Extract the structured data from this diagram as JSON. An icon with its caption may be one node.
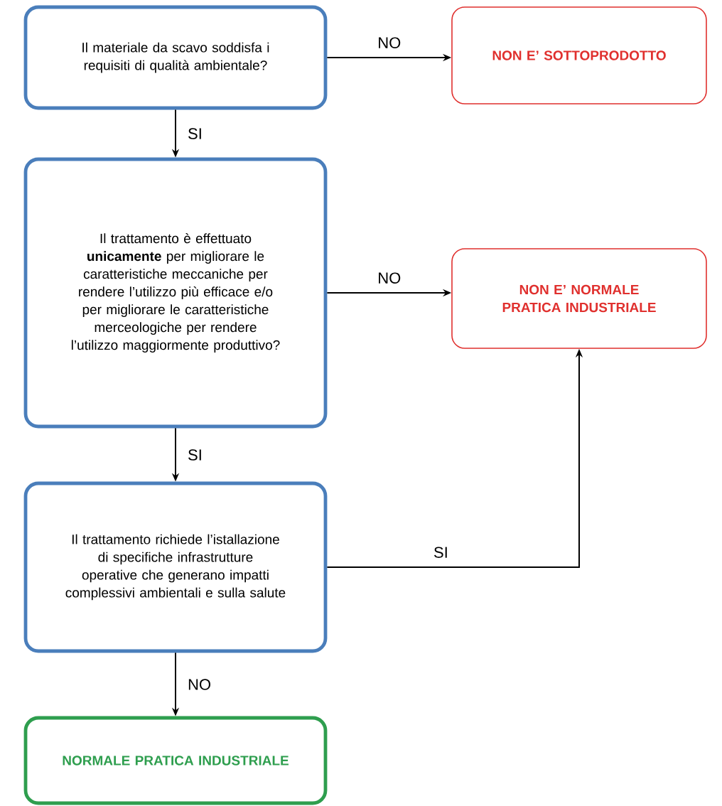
{
  "diagram": {
    "nodes": [
      {
        "text": [
          "Il materiale da scavo  soddisfa i requisiti di qualità ambientale?"
        ]
      },
      {
        "text": [
          "NON E’ SOTTOPRODOTTO"
        ]
      },
      {
        "text": [
          "Il trattamento è effettuato **unicamente** per migliorare le caratteristiche meccaniche per rendere l’utilizzo più efficace e/o per migliorare le caratteristiche merceologiche per rendere l’utilizzo maggiormente produttivo?"
        ]
      },
      {
        "text": [
          "NON E’ NORMALE PRATICA INDUSTRIALE"
        ]
      },
      {
        "text": [
          "Il trattamento richiede l’istallazione di specifiche infrastrutture operative che generano impatti complessivi ambientali e sulla salute"
        ]
      },
      {
        "text": [
          "NORMALE PRATICA INDUSTRIALE"
        ]
      }
    ],
    "edges": [
      {
        "from": 0,
        "to": 1,
        "arrow": "to",
        "label": "NO"
      },
      {
        "from": 0,
        "to": 2,
        "arrow": "to",
        "label": "SI"
      },
      {
        "from": 2,
        "to": 3,
        "arrow": "to",
        "label": "NO"
      },
      {
        "from": 2,
        "to": 4,
        "arrow": "to",
        "label": "SI"
      },
      {
        "from": 4,
        "to": 3,
        "arrow": "to",
        "label": "SI"
      },
      {
        "from": 4,
        "to": 5,
        "arrow": "to",
        "label": "NO"
      }
    ]
  }
}
